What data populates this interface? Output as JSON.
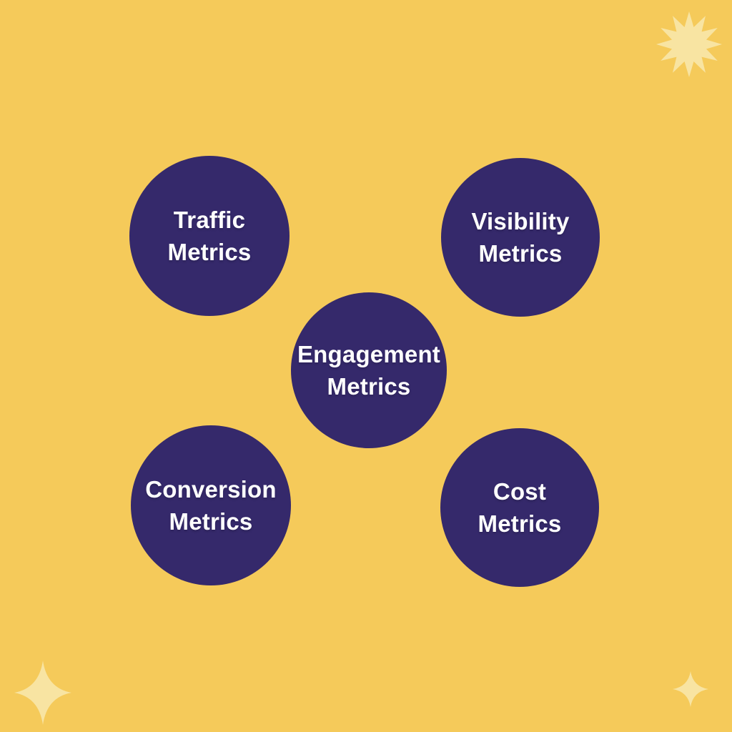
{
  "diagram": {
    "type": "circle-grid",
    "colors": {
      "background": "#F5CA5A",
      "node_fill": "#35296B",
      "node_text": "#FFFFFF",
      "decoration": "#F8E4A2"
    },
    "nodes": [
      {
        "id": "traffic-metrics",
        "line1": "Traffic",
        "line2": "Metrics",
        "position": "top-left"
      },
      {
        "id": "visibility-metrics",
        "line1": "Visibility",
        "line2": "Metrics",
        "position": "top-right"
      },
      {
        "id": "engagement-metrics",
        "line1": "Engagement",
        "line2": "Metrics",
        "position": "center"
      },
      {
        "id": "conversion-metrics",
        "line1": "Conversion",
        "line2": "Metrics",
        "position": "bottom-left"
      },
      {
        "id": "cost-metrics",
        "line1": "Cost",
        "line2": "Metrics",
        "position": "bottom-right"
      }
    ],
    "decorations": [
      {
        "icon": "starburst-12-point-icon",
        "position": "top-right"
      },
      {
        "icon": "sparkle-4-point-icon",
        "position": "bottom-left"
      },
      {
        "icon": "sparkle-4-point-icon",
        "position": "bottom-right"
      }
    ]
  }
}
